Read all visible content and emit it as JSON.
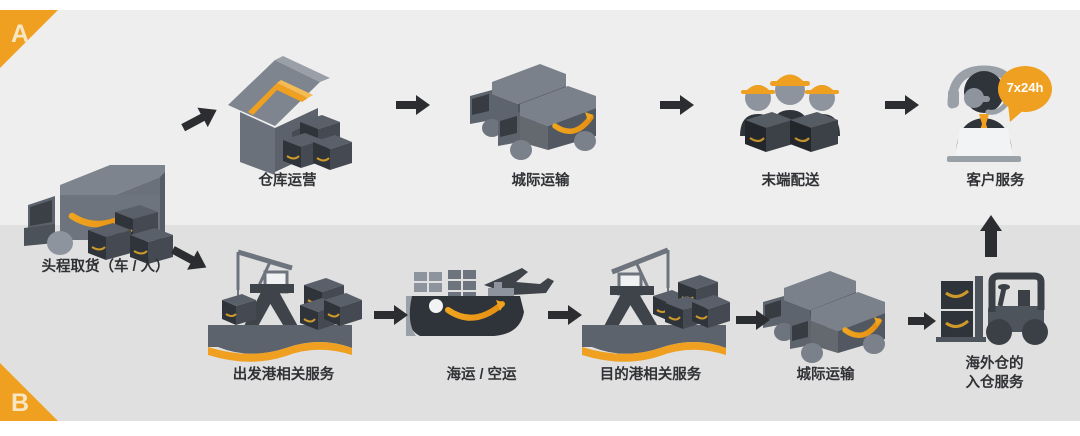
{
  "diagram": {
    "title_alt": "Amazon cross-border logistics flow",
    "sections": [
      {
        "tag": "A",
        "name": "domestic-flow"
      },
      {
        "tag": "B",
        "name": "cross-border-flow"
      }
    ],
    "colors": {
      "accent_orange": "#efa020",
      "band_a_bg": "#eeeeee",
      "band_b_bg": "#e0e0e0",
      "arrow_dark": "#2b2d31",
      "icon_gray": "#6e737b",
      "icon_dark": "#3b3f46",
      "label_text": "#2f3134"
    }
  },
  "row_a": {
    "tag": "A",
    "nodes": [
      {
        "id": "first-mile-pickup",
        "label": "头程取货（车 / 人）",
        "icon": "delivery-truck-boxes-icon"
      },
      {
        "id": "warehouse-operation",
        "label": "仓库运营",
        "icon": "warehouse-house-icon"
      },
      {
        "id": "intercity-transport-a",
        "label": "城际运输",
        "icon": "two-trucks-icon"
      },
      {
        "id": "last-mile-delivery",
        "label": "末端配送",
        "icon": "delivery-workers-icon"
      },
      {
        "id": "customer-service",
        "label": "客户服务",
        "icon": "headset-agent-icon"
      }
    ],
    "badge": {
      "id": "service-hours-badge",
      "text": "7x24h"
    }
  },
  "row_b": {
    "tag": "B",
    "nodes": [
      {
        "id": "departure-port-services",
        "label": "出发港相关服务",
        "icon": "port-crane-icon"
      },
      {
        "id": "sea-air-freight",
        "label": "海运 / 空运",
        "icon": "cargo-ship-plane-icon"
      },
      {
        "id": "destination-port-services",
        "label": "目的港相关服务",
        "icon": "destination-crane-icon"
      },
      {
        "id": "intercity-transport-b",
        "label": "城际运输",
        "icon": "two-trucks-icon"
      },
      {
        "id": "overseas-warehouse-inbound",
        "label": "海外仓的\n入仓服务",
        "icon": "forklift-boxes-icon"
      }
    ]
  },
  "connectors": {
    "branch_down": "arrow-down-right-to-row-b",
    "branch_up": "arrow-right-up-to-warehouse",
    "return_up": "arrow-up-to-customer-service",
    "between": "arrow-right"
  }
}
